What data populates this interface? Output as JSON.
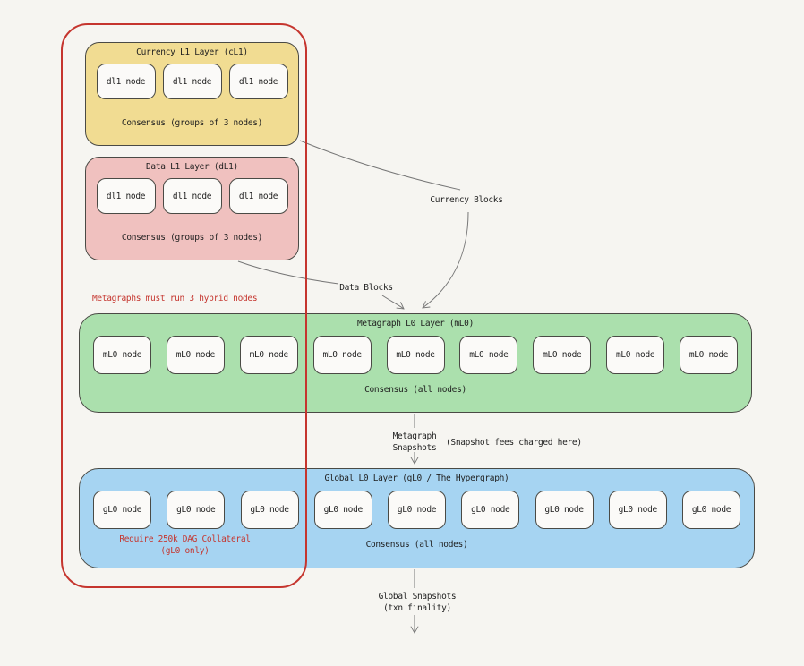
{
  "diagram": {
    "notes": {
      "hybrid_nodes": "Metagraphs must run 3 hybrid nodes",
      "collateral_line1": "Require 250k DAG Collateral",
      "collateral_line2": "(gL0 only)",
      "snapshot_fees": "(Snapshot fees charged here)"
    },
    "layers": {
      "currency_l1": {
        "title": "Currency L1 Layer (cL1)",
        "nodes": [
          "dl1 node",
          "dl1 node",
          "dl1 node"
        ],
        "consensus": "Consensus (groups of 3 nodes)"
      },
      "data_l1": {
        "title": "Data L1 Layer (dL1)",
        "nodes": [
          "dl1 node",
          "dl1 node",
          "dl1 node"
        ],
        "consensus": "Consensus (groups of 3 nodes)"
      },
      "metagraph_l0": {
        "title": "Metagraph L0 Layer (mL0)",
        "nodes": [
          "mL0 node",
          "mL0 node",
          "mL0 node",
          "mL0 node",
          "mL0 node",
          "mL0 node",
          "mL0 node",
          "mL0 node",
          "mL0 node"
        ],
        "consensus": "Consensus (all nodes)"
      },
      "global_l0": {
        "title": "Global L0 Layer (gL0 / The Hypergraph)",
        "nodes": [
          "gL0 node",
          "gL0 node",
          "gL0 node",
          "gL0 node",
          "gL0 node",
          "gL0 node",
          "gL0 node",
          "gL0 node",
          "gL0 node"
        ],
        "consensus": "Consensus (all nodes)"
      }
    },
    "flows": {
      "currency_blocks": "Currency Blocks",
      "data_blocks": "Data Blocks",
      "metagraph_snapshots_line1": "Metagraph",
      "metagraph_snapshots_line2": "Snapshots",
      "global_snapshots_line1": "Global Snapshots",
      "global_snapshots_line2": "(txn finality)"
    },
    "colors": {
      "background": "#f6f5f1",
      "currency_layer_fill": "#f1dc92",
      "data_layer_fill": "#f0c1bf",
      "metagraph_layer_fill": "#abe0ad",
      "global_layer_fill": "#a6d4f2",
      "node_fill": "#fbfaf8",
      "box_border": "#4a4a45",
      "red_accent": "#c5352e",
      "arrow": "#777777",
      "text": "#1f1f1f"
    }
  }
}
